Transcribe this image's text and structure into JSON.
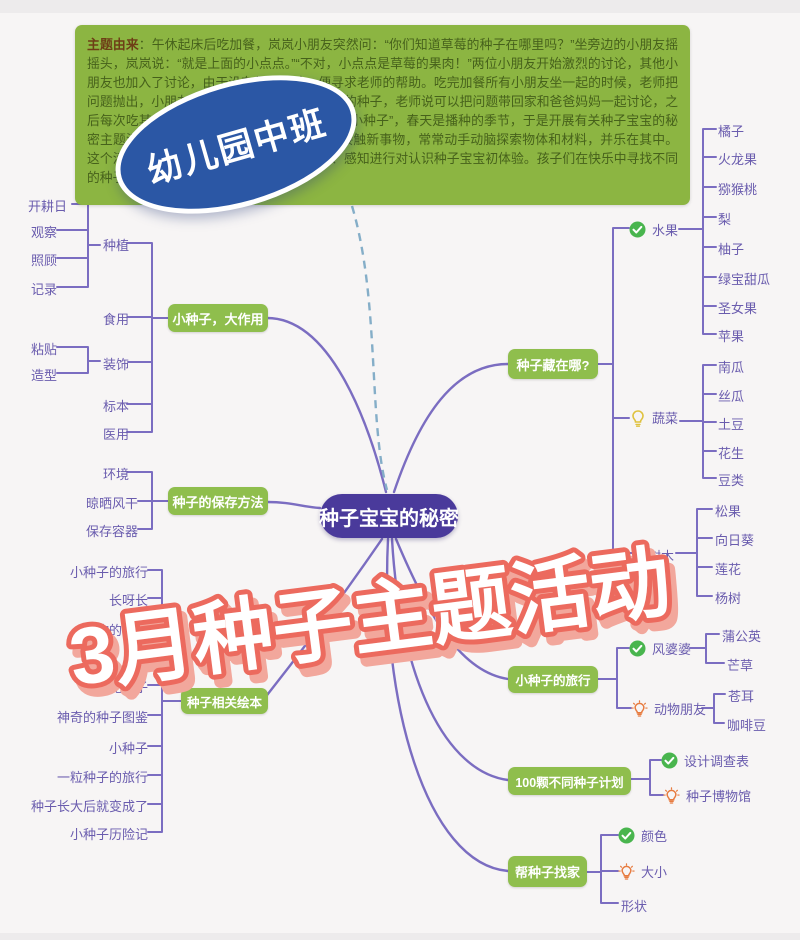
{
  "page": {
    "title_art": "3月种子主题活动",
    "stamp": "幼儿园中班"
  },
  "intro": {
    "label": "主题由来",
    "text": "：午休起床后吃加餐，岚岚小朋友突然问：“你们知道草莓的种子在哪里吗？”坐旁边的小朋友摇摇头，岚岚说：“就是上面的小点点。”“不对，小点点是草莓的果肉！”两位小朋友开始激烈的讨论，其他小朋友也加入了讨论，由于没有得出结论，便寻求老师的帮助。吃完加餐所有小朋友坐一起的时候，老师把问题抛出，小朋友们说出了西瓜的种子、橘子的种子，老师说可以把问题带回家和爸爸妈妈一起讨论，之后每次吃其他水果时，小朋友们也会认真寻找“小种子”，春天是播种的季节，于是开展有关种子宝宝的秘密主题活动。《指南》中提出中班的幼儿喜欢接触新事物，常常动手动脑探索物体和材料，并乐在其中。这个活动的开展有利于幼儿通过操作、观察、感知进行对认识种子宝宝初体验。孩子们在快乐中寻找不同的种子，在种子世界里尽情的探索。"
  },
  "map": {
    "center": "种子宝宝的秘密",
    "left": {
      "use": {
        "label": "小种子，大作用",
        "plant": "种植",
        "plant_children": [
          "开耕日",
          "观察",
          "照顾",
          "记录"
        ],
        "eat": "食用",
        "decorate": "装饰",
        "decorate_children": [
          "粘贴",
          "造型"
        ],
        "specimen": "标本",
        "medical": "医用"
      },
      "storage": {
        "label": "种子的保存方法",
        "children": [
          "环境",
          "晾晒风干",
          "保存容器"
        ]
      },
      "books": {
        "label": "种子相关绘本",
        "children": [
          "小种子的旅行",
          "长呀长",
          "植物的种子",
          "桃花种子",
          "神奇的种子图鉴",
          "小种子",
          "一粒种子的旅行",
          "种子长大后就变成了",
          "小种子历险记"
        ]
      }
    },
    "right": {
      "hide": {
        "label": "种子藏在哪?",
        "fruit": "水果",
        "fruit_items": [
          "橘子",
          "火龙果",
          "猕猴桃",
          "梨",
          "柚子",
          "绿宝甜瓜",
          "圣女果",
          "苹果"
        ],
        "veg": "蔬菜",
        "veg_items": [
          "南瓜",
          "丝瓜",
          "土豆",
          "花生",
          "豆类"
        ],
        "tree": "树木",
        "tree_items": [
          "松果",
          "向日葵",
          "莲花",
          "杨树"
        ]
      },
      "travel": {
        "label": "小种子的旅行",
        "wind": "风婆婆",
        "wind_items": [
          "蒲公英",
          "芒草"
        ],
        "animal": "动物朋友",
        "animal_items": [
          "苍耳",
          "咖啡豆"
        ]
      },
      "plan": {
        "label": "100颗不同种子计划",
        "items": [
          "设计调查表",
          "种子博物馆"
        ]
      },
      "home": {
        "label": "帮种子找家",
        "items": [
          "颜色",
          "大小",
          "形状"
        ]
      }
    }
  },
  "colors": {
    "node_green": "#8fbe4d",
    "center_purple": "#4a3a9b",
    "wire_purple": "#7b6dc1",
    "leaf_text": "#6a5cae",
    "intro_green": "#8cb542",
    "stamp_blue": "#2b57a5",
    "title_stroke": "#ec6a5e",
    "title_shadow": "#f2a79c",
    "check_green": "#49b54e",
    "bulb_yellow": "#dfc23f",
    "bulb_orange": "#e77b3f",
    "dashed_line": "#85aec8"
  },
  "icon_names": [
    "check-icon",
    "lightbulb-icon",
    "lit-lightbulb-icon"
  ]
}
